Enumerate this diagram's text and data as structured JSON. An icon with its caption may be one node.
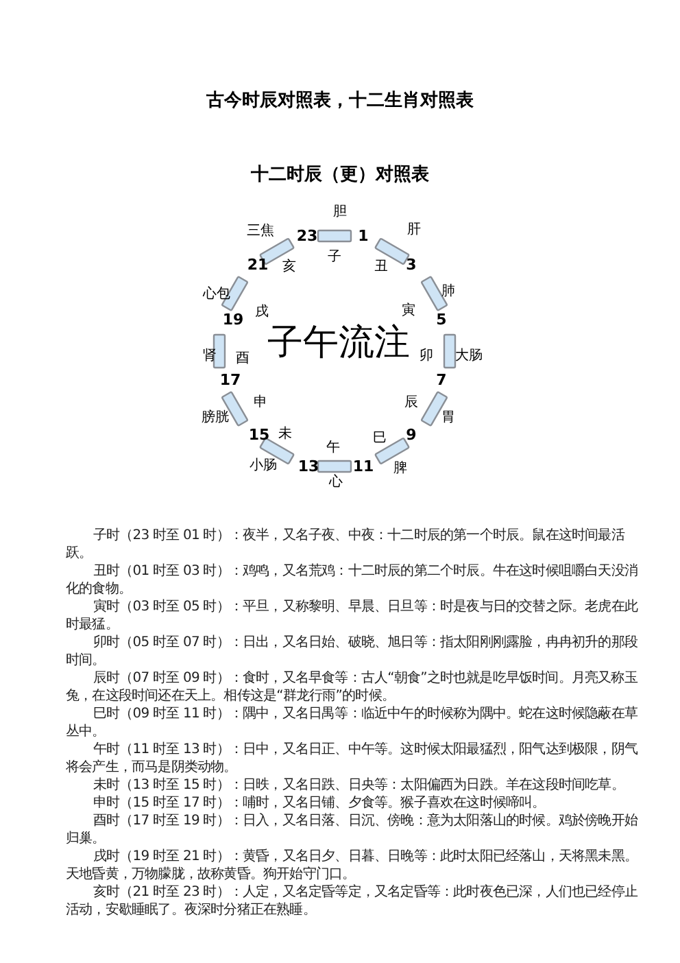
{
  "diagram": {
    "title": "古今时辰对照表，十二生肖对照表",
    "labels": [
      "十二时辰（更）对照表",
      "胆",
      "三焦",
      "23",
      "1",
      "肝",
      "子",
      "21",
      "亥",
      "丑",
      "3",
      "心包",
      "肺",
      "戌",
      "寅",
      "19",
      "5",
      "子午流注",
      "肾",
      "酉",
      "卯",
      "大肠",
      "17",
      "7",
      "申",
      "辰",
      "膀胱",
      "胃",
      "15",
      "未",
      "巳",
      "9",
      "午",
      "小肠",
      "13",
      "11",
      "脾",
      "心",
      "子时（23 时至 01 时）：夜半，又名子夜、中夜：十二时辰的第一个时辰。鼠在这时间最活跃。",
      "丑时（01 时至 03 时）：鸡鸣，又名荒鸡：十二时辰的第二个时辰。牛在这时候咀嚼白天没消化的食物。",
      "寅时（03 时至 05 时）：平旦，又称黎明、早晨、日旦等：时是夜与日的交替之际。老虎在此时最猛。",
      "卯时（05 时至 07 时）：日出，又名日始、破晓、旭日等：指太阳刚刚露脸，冉冉初升的那段时间。",
      "辰时（07 时至 09 时）：食时，又名早食等：古人“朝食”之时也就是吃早饭时间。月亮又称玉兔，在这段时间还在天上。相传这是“群龙行雨”的时候。",
      "巳时（09 时至 11 时）：隅中，又名日禺等：临近中午的时候称为隅中。蛇在这时候隐蔽在草丛中。",
      "午时（11 时至 13 时）：日中，又名日正、中午等。这时候太阳最猛烈，阳气达到极限，阴气将会产生，而马是阴类动物。",
      "未时（13 时至 15 时）：日昳，又名日跌、日央等：太阳偏西为日跌。羊在这段时间吃草。",
      "申时（15 时至 17 时）：哺时，又名日铺、夕食等。猴子喜欢在这时候啼叫。",
      "酉时（17 时至 19 时）：日入，又名日落、日沉、傍晚：意为太阳落山的时候。鸡於傍晚开始归巢。",
      "戌时（19 时至 21 时）：黄昏，又名日夕、日暮、日晚等：此时太阳已经落山，天将黑未黑。天地昏黄，万物朦胧，故称黄昏。狗开始守门口。",
      "亥时（21 时至 23 时）：人定，又名定昏等定，又名定昏等：此时夜色已深，人们也已经停止活动，安歇睡眠了。夜深时分猪正在熟睡。"
    ]
  }
}
